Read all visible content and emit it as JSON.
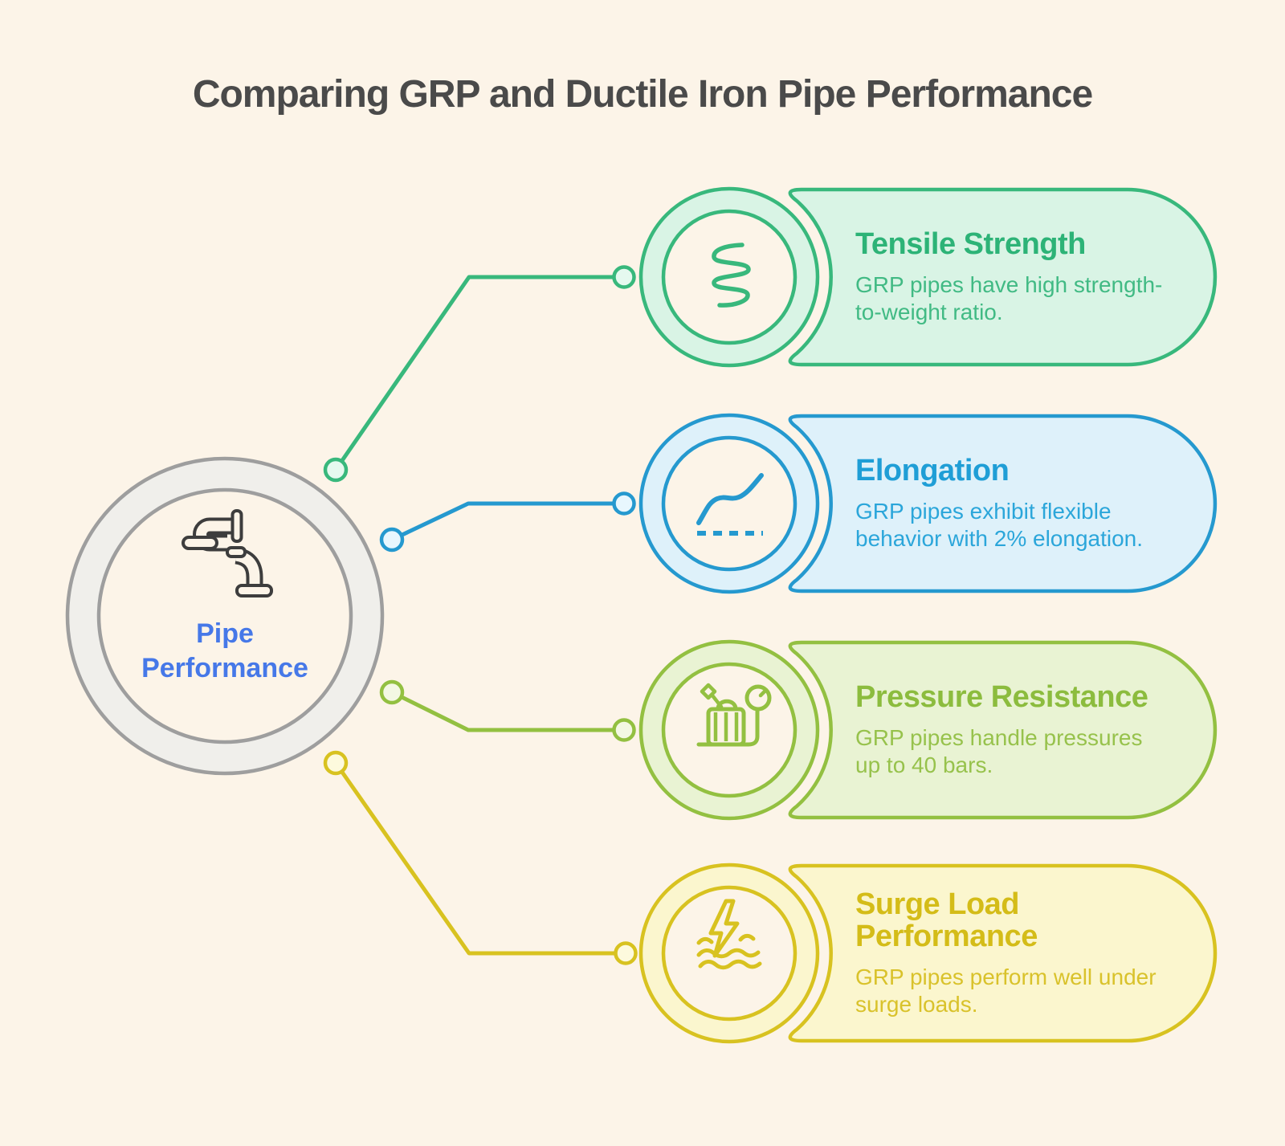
{
  "title": "Comparing GRP and Ductile Iron Pipe Performance",
  "title_color": "#4a4a4a",
  "background": "#fcf4e8",
  "center": {
    "label_lines": [
      "Pipe",
      "Performance"
    ],
    "label_color": "#4678e8",
    "icon": "pipe-icon",
    "ring_color": "#9e9e9e",
    "ring_fill": "#f0efeb"
  },
  "cards": [
    {
      "id": "tensile-strength",
      "icon": "coil-spring-icon",
      "title_lines": [
        "Tensile Strength"
      ],
      "body_lines": [
        "GRP pipes have high strength-",
        "to-weight ratio."
      ],
      "accent": "#38b87c",
      "fill": "#d9f4e5",
      "title_color": "#2db377",
      "body_color": "#41ba84"
    },
    {
      "id": "elongation",
      "icon": "strain-curve-icon",
      "title_lines": [
        "Elongation"
      ],
      "body_lines": [
        "GRP pipes exhibit flexible",
        "behavior with 2% elongation."
      ],
      "accent": "#2599cf",
      "fill": "#def1fa",
      "title_color": "#1f9ed6",
      "body_color": "#2ba6da"
    },
    {
      "id": "pressure-resistance",
      "icon": "pressure-gauge-icon",
      "title_lines": [
        "Pressure Resistance"
      ],
      "body_lines": [
        "GRP pipes handle pressures",
        "up to 40 bars."
      ],
      "accent": "#93c041",
      "fill": "#e9f3d3",
      "title_color": "#8cbc3e",
      "body_color": "#97c24c"
    },
    {
      "id": "surge-load-performance",
      "icon": "surge-lightning-wave-icon",
      "title_lines": [
        "Surge Load",
        "Performance"
      ],
      "body_lines": [
        "GRP pipes perform well under",
        "surge loads."
      ],
      "accent": "#d8c220",
      "fill": "#fbf6ce",
      "title_color": "#d4bc18",
      "body_color": "#d9c22b"
    }
  ]
}
